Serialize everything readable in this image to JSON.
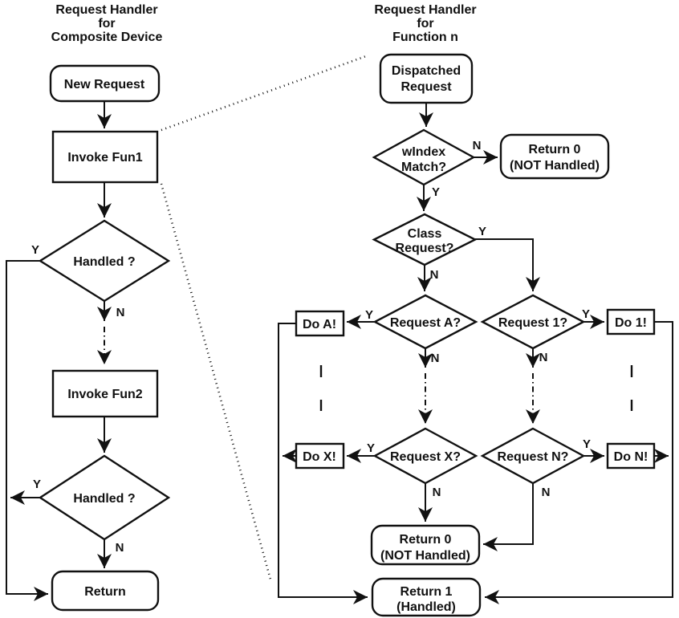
{
  "colors": {
    "ink": "#111111",
    "background": "#ffffff"
  },
  "labels": {
    "yes": "Y",
    "no": "N"
  },
  "left": {
    "title": [
      "Request Handler",
      "for",
      "Composite Device"
    ],
    "new_request": "New Request",
    "invoke_fun1": "Invoke Fun1",
    "handled1": "Handled ?",
    "invoke_fun2": "Invoke Fun2",
    "handled2": "Handled ?",
    "return": "Return"
  },
  "right": {
    "title": [
      "Request Handler",
      "for",
      "Function n"
    ],
    "dispatched": [
      "Dispatched",
      "Request"
    ],
    "windex": [
      "wIndex",
      "Match?"
    ],
    "return0_a": [
      "Return 0",
      "(NOT Handled)"
    ],
    "class_req": [
      "Class",
      "Request?"
    ],
    "request_a": "Request A?",
    "request_1": "Request 1?",
    "do_a": "Do A!",
    "do_1": "Do 1!",
    "request_x": "Request X?",
    "request_n": "Request N?",
    "do_x": "Do X!",
    "do_n": "Do N!",
    "return0_b": [
      "Return 0",
      "(NOT Handled)"
    ],
    "return1": [
      "Return 1",
      "(Handled)"
    ]
  }
}
